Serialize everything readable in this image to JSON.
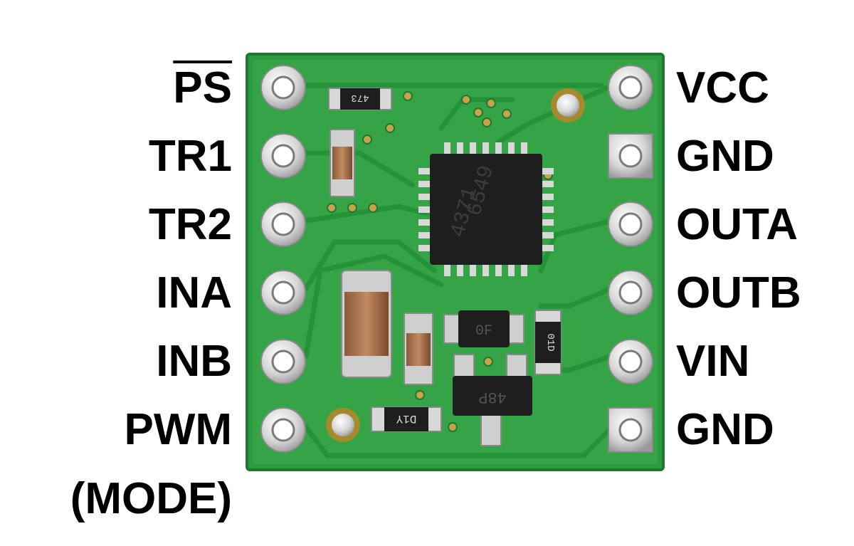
{
  "pins": {
    "left": [
      {
        "id": "ps",
        "label": "PS",
        "overline": true
      },
      {
        "id": "tr1",
        "label": "TR1"
      },
      {
        "id": "tr2",
        "label": "TR2"
      },
      {
        "id": "ina",
        "label": "INA"
      },
      {
        "id": "inb",
        "label": "INB"
      },
      {
        "id": "pwm",
        "label": "PWM"
      },
      {
        "id": "mode",
        "label": "(MODE)"
      }
    ],
    "right": [
      {
        "id": "vcc",
        "label": "VCC"
      },
      {
        "id": "gnd1",
        "label": "GND"
      },
      {
        "id": "outa",
        "label": "OUTA"
      },
      {
        "id": "outb",
        "label": "OUTB"
      },
      {
        "id": "vin",
        "label": "VIN"
      },
      {
        "id": "gnd2",
        "label": "GND"
      }
    ]
  },
  "markings": {
    "resistor_top": "473",
    "ic": "6549",
    "ic_line2": "4371",
    "diode": "0F",
    "resistor_right": "01D",
    "resistor_bottom": "D1Y",
    "regulator": "48P"
  },
  "colors": {
    "board": "#2e9a3f",
    "board_edge": "#1f7a30",
    "pad": "#d9d9d9",
    "chip": "#1e1e1e"
  }
}
